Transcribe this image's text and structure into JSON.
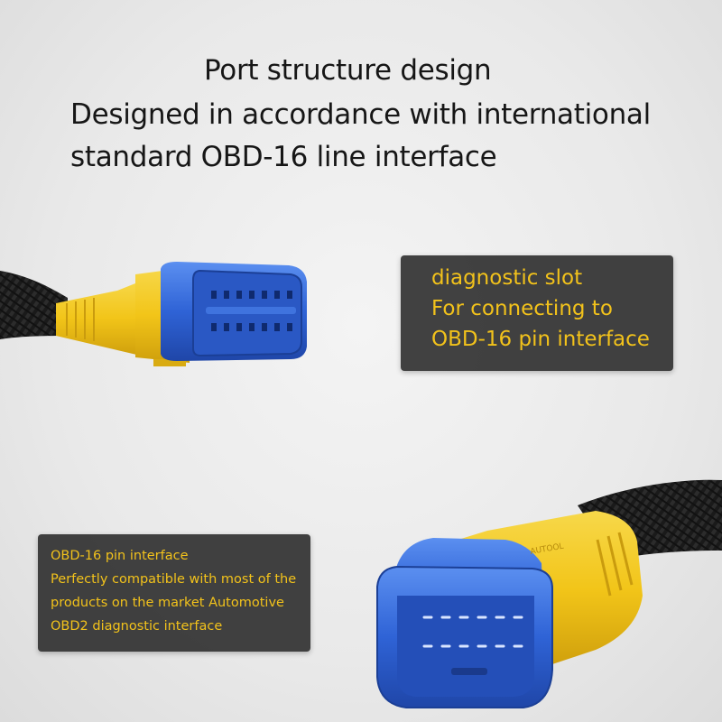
{
  "headline": {
    "line1": "Port structure design",
    "line2": "Designed in accordance with international",
    "line3": "standard OBD-16 line interface"
  },
  "callout_top": {
    "line1": "diagnostic slot",
    "line2": "For connecting to",
    "line3": "OBD-16 pin interface"
  },
  "callout_bottom": {
    "line1": "OBD-16 pin interface",
    "line2": "Perfectly compatible with most of the",
    "line3": "products on the market Automotive",
    "line4": "OBD2 diagnostic interface"
  },
  "connector_brand": "AUTOOL",
  "colors": {
    "accent_text": "#f2c21b",
    "connector_blue": "#2f63d6",
    "connector_yellow": "#f2c519",
    "cable": "#1c1c1c"
  }
}
